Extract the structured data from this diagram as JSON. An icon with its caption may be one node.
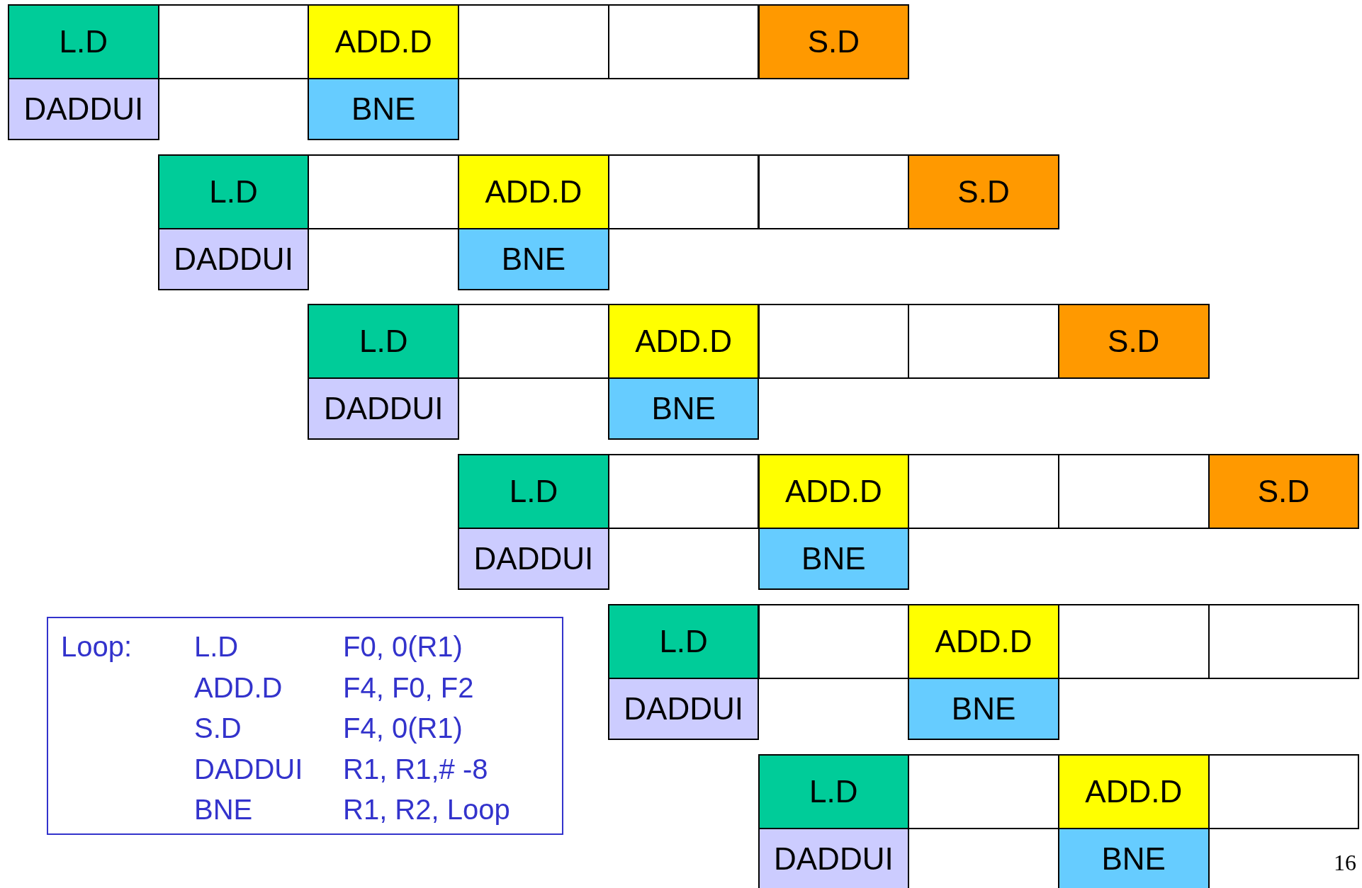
{
  "diagram": {
    "nodes": [
      {
        "text": [
          "L.D"
        ]
      },
      {
        "text": [],
        "shape": "box"
      },
      {
        "text": [
          "ADD.D"
        ]
      },
      {
        "text": [],
        "shape": "box"
      },
      {
        "text": [],
        "shape": "box"
      },
      {
        "text": [
          "S.D"
        ]
      },
      {
        "text": [
          "DADDUI"
        ]
      },
      {
        "text": [
          "BNE"
        ]
      },
      {
        "text": [
          "L.D"
        ]
      },
      {
        "text": [],
        "shape": "box"
      },
      {
        "text": [
          "ADD.D"
        ]
      },
      {
        "text": [],
        "shape": "box"
      },
      {
        "text": [],
        "shape": "box"
      },
      {
        "text": [
          "S.D"
        ]
      },
      {
        "text": [
          "DADDUI"
        ]
      },
      {
        "text": [
          "BNE"
        ]
      },
      {
        "text": [
          "L.D"
        ]
      },
      {
        "text": [],
        "shape": "box"
      },
      {
        "text": [
          "ADD.D"
        ]
      },
      {
        "text": [],
        "shape": "box"
      },
      {
        "text": [],
        "shape": "box"
      },
      {
        "text": [
          "S.D"
        ]
      },
      {
        "text": [
          "DADDUI"
        ]
      },
      {
        "text": [
          "BNE"
        ]
      },
      {
        "text": [
          "L.D"
        ]
      },
      {
        "text": [],
        "shape": "box"
      },
      {
        "text": [
          "ADD.D"
        ]
      },
      {
        "text": [],
        "shape": "box"
      },
      {
        "text": [],
        "shape": "box"
      },
      {
        "text": [
          "S.D"
        ]
      },
      {
        "text": [
          "DADDUI"
        ]
      },
      {
        "text": [
          "BNE"
        ]
      },
      {
        "text": [
          "Loop:",
          "L.D",
          "F0, 0(R1)",
          "ADD.D",
          "F4, F0, F2",
          "S.D",
          "F4, 0(R1)",
          "DADDUI",
          "R1, R1,# -8",
          "BNE",
          "R1, R2, Loop"
        ]
      },
      {
        "text": [
          "L.D"
        ]
      },
      {
        "text": [],
        "shape": "box"
      },
      {
        "text": [
          "ADD.D"
        ]
      },
      {
        "text": [],
        "shape": "box"
      },
      {
        "text": [],
        "shape": "box"
      },
      {
        "text": [
          "DADDUI"
        ]
      },
      {
        "text": [
          "BNE"
        ]
      },
      {
        "text": [
          "L.D"
        ]
      },
      {
        "text": [],
        "shape": "box"
      },
      {
        "text": [
          "ADD.D"
        ]
      },
      {
        "text": [],
        "shape": "box"
      },
      {
        "text": [
          "DADDUI"
        ]
      },
      {
        "text": [
          "BNE"
        ]
      }
    ],
    "labels": [
      "16"
    ]
  }
}
